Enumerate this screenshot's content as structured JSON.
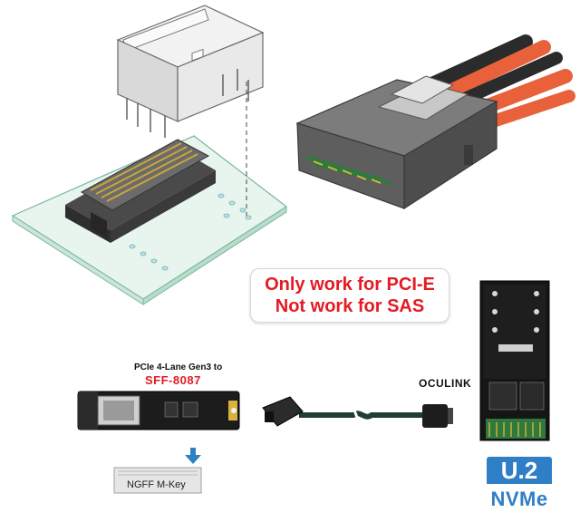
{
  "notice": {
    "line1": "Only work for PCI-E",
    "line2": "Not work for SAS"
  },
  "adapter": {
    "title": "PCIe 4-Lane Gen3 to",
    "subtitle": "SFF-8087"
  },
  "cable_label": "OCULINK",
  "slot_label": "NGFF M-Key",
  "badge": {
    "top": "U.2",
    "bottom": "NVMe"
  },
  "colors": {
    "warning_red": "#e31b23",
    "badge_blue": "#2f7fc6",
    "pcb_green": "#2d7a3c",
    "cable_orange": "#e8613a"
  }
}
